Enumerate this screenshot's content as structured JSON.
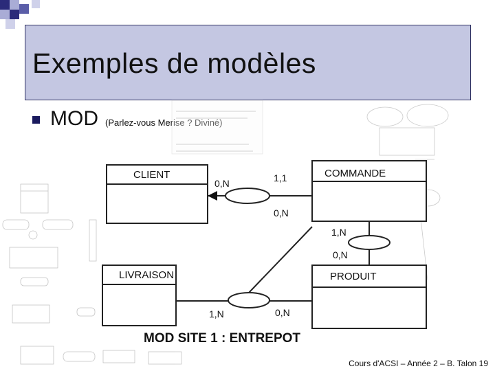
{
  "slide": {
    "title": "Exemples de modèles",
    "bullet_main": "MOD",
    "bullet_sub": "(Parlez-vous Merise ? Diviné)",
    "footer": "Cours d'ACSI – Année 2 – B. Talon  19"
  },
  "diagram": {
    "entities": {
      "client": "CLIENT",
      "commande": "COMMANDE",
      "livraison": "LIVRAISON",
      "produit": "PRODUIT"
    },
    "cardinalities": {
      "client_commande_client": "0,N",
      "client_commande_commande": "1,1",
      "commande_client_below": "0,N",
      "commande_produit_top": "1,N",
      "commande_produit_bottom": "0,N",
      "livraison_produit_left": "1,N",
      "livraison_produit_right": "0,N"
    },
    "caption": "MOD SITE 1 : ENTREPOT"
  },
  "colors": {
    "title_bg": "#c4c7e2",
    "title_border": "#2d2f60",
    "accent": "#1a1a5e"
  }
}
